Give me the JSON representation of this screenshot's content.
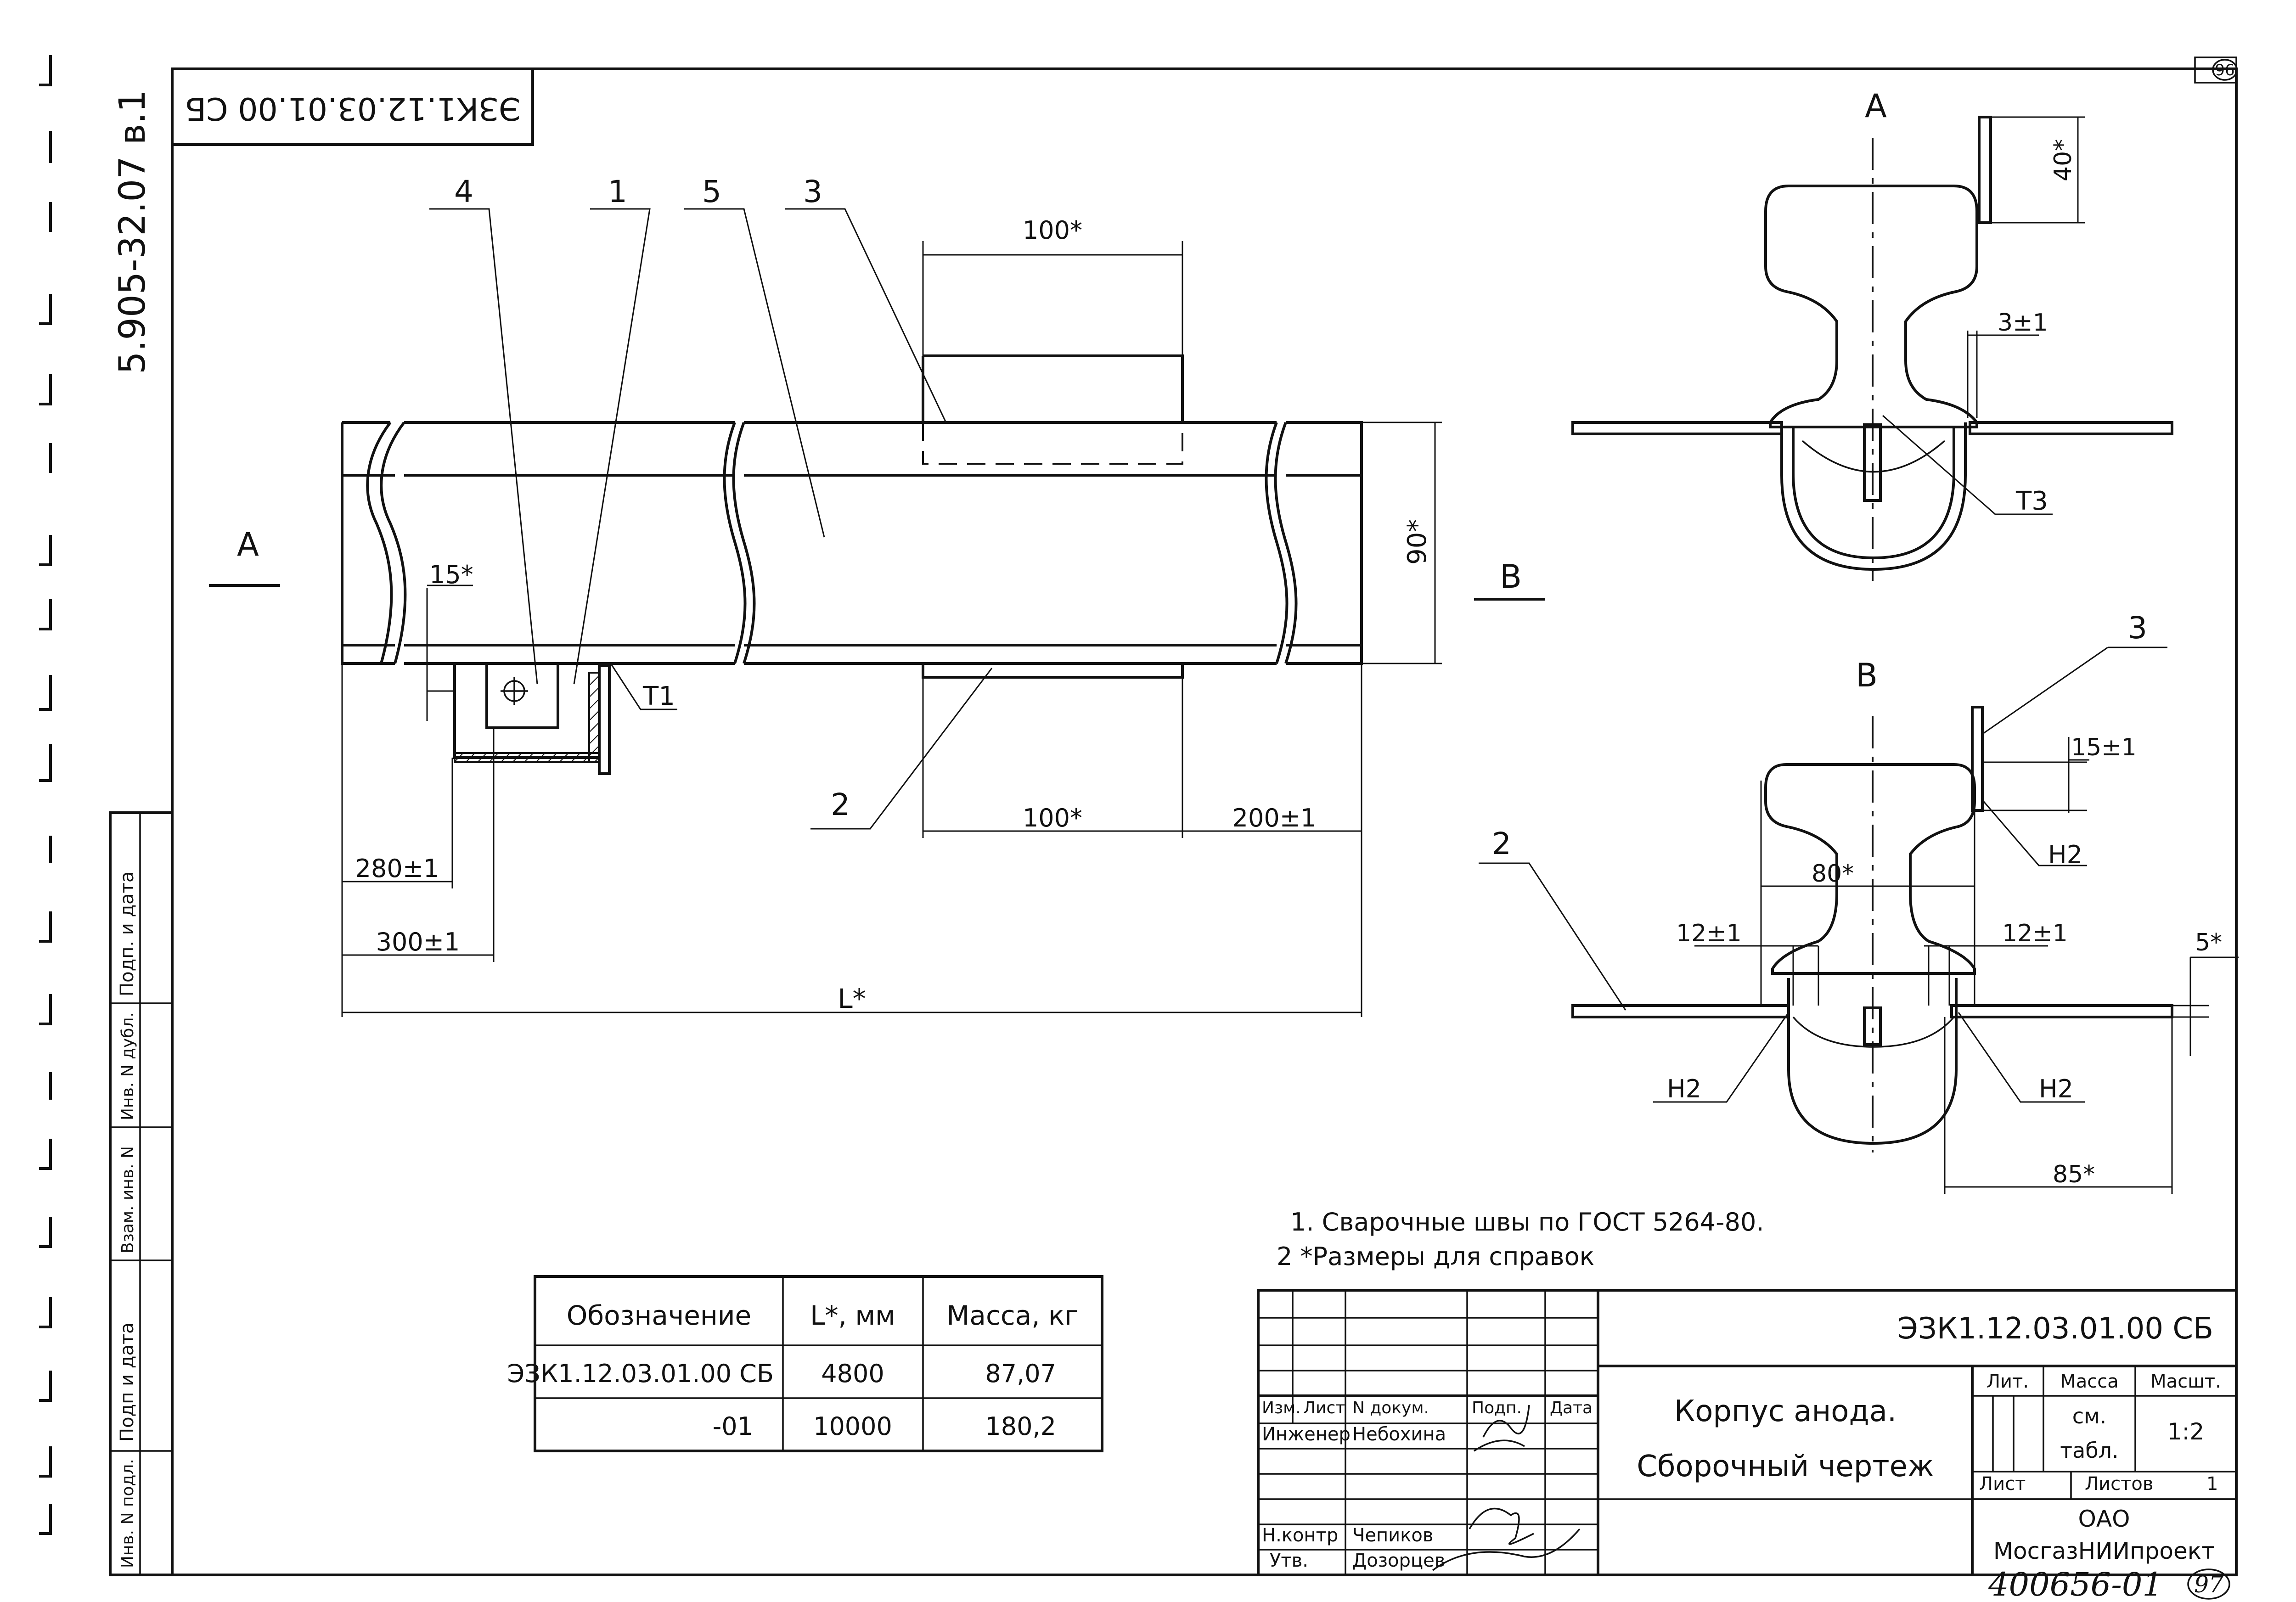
{
  "drawing": {
    "code_top": "ЭЗК1.12.03.01.00 СБ",
    "side_code": "5.905-32.07 в.1",
    "sheet_mark": "96",
    "views": {
      "view_a_label": "А",
      "view_b_label": "В"
    },
    "callouts": {
      "p1": "1",
      "p2": "2",
      "p3": "3",
      "p4": "4",
      "p5": "5",
      "p2_right": "2",
      "p3_right": "3"
    },
    "welds": {
      "t1": "Т1",
      "t3": "Т3",
      "h2": "Н2"
    },
    "dimensions": {
      "d100_top": "100*",
      "d100_bottom": "100*",
      "d200": "200±1",
      "d280": "280±1",
      "d300": "300±1",
      "d15": "15*",
      "d90": "90*",
      "dL": "L*",
      "a40": "40*",
      "a3": "3±1",
      "b15": "15±1",
      "b80": "80*",
      "b12l": "12±1",
      "b12r": "12±1",
      "b5": "5*",
      "b85": "85*"
    },
    "notes": [
      "1. Сварочные швы по ГОСТ 5264-80.",
      "2 *Размеры для справок"
    ],
    "left_strip": {
      "sign_date_1": "Подп. и дата",
      "inv_dubl": "Инв. N дубл.",
      "vzam_inv": "Взам. инв. N",
      "sign_date_2": "Подп и дата",
      "inv_podl": "Инв. N подл."
    }
  },
  "spec_table": {
    "headers": [
      "Обозначение",
      "L*, мм",
      "Масса, кг"
    ],
    "rows": [
      [
        "ЭЗК1.12.03.01.00 СБ",
        "4800",
        "87,07"
      ],
      [
        "-01",
        "10000",
        "180,2"
      ]
    ]
  },
  "title_block": {
    "code": "ЭЗК1.12.03.01.00 СБ",
    "name_line1": "Корпус анода.",
    "name_line2": "Сборочный чертеж",
    "col_izm": "Изм.",
    "col_list": "Лист",
    "col_ndoc": "N докум.",
    "col_podp": "Подп.",
    "col_data": "Дата",
    "engineer_role": "Инженер",
    "engineer_name": "Небохина",
    "nkontr_role": "Н.контр",
    "nkontr_name": "Чепиков",
    "utv_role": "Утв.",
    "utv_name": "Дозорцев",
    "lit": "Лит.",
    "massa": "Масса",
    "masht": "Масшт.",
    "massa_val1": "см.",
    "massa_val2": "табл.",
    "scale_val": "1:2",
    "list_label": "Лист",
    "listov_label": "Листов",
    "listov_val": "1",
    "org1": "ОАО",
    "org2": "МосгазНИИпроект",
    "handwritten": "400656-01",
    "handwritten_sheet": "97"
  }
}
